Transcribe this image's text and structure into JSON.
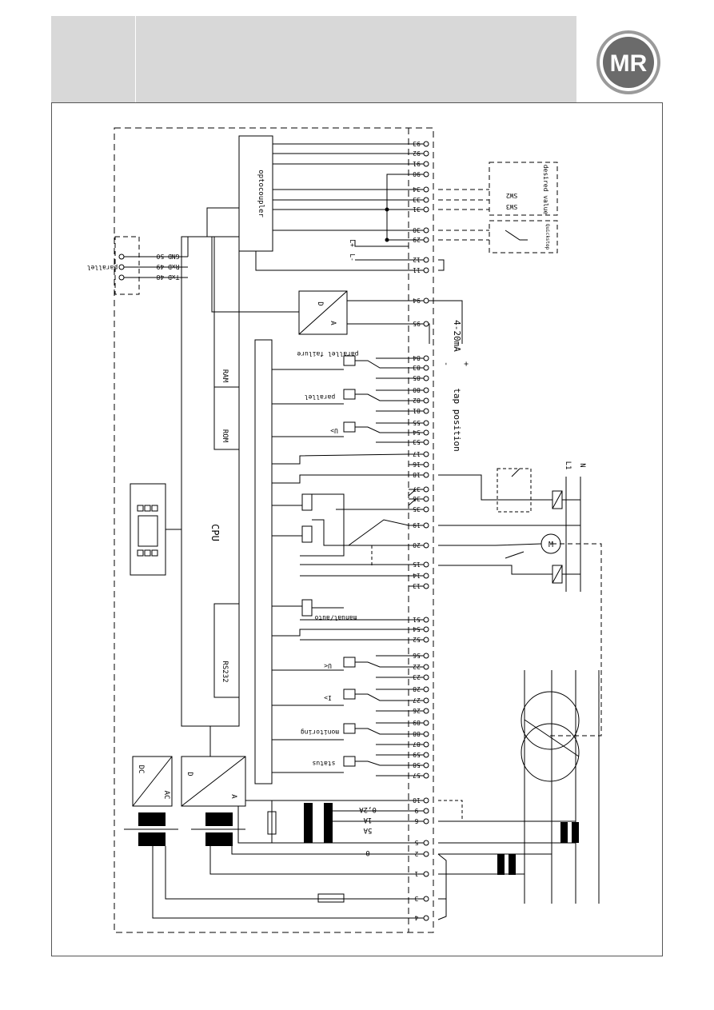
{
  "header": {
    "logo_text": "MR"
  },
  "diagram": {
    "serial": {
      "title": "parallel",
      "pins": [
        "GND 50",
        "RxD 49",
        "TxD 48"
      ]
    },
    "blocks": {
      "optocoupler": "optocoupler",
      "cpu": "CPU",
      "ram": "RAM",
      "rom": "ROM",
      "rs232": "RS232",
      "da_d": "D",
      "da_a": "A",
      "ad_d": "D",
      "ad_a": "A",
      "dcac_dc": "DC",
      "dcac_ac": "AC"
    },
    "relays": {
      "failure": "parallel failure",
      "parallel": "parallel",
      "u_gt": "U>",
      "manual_auto": "manual/auto",
      "u_lt": "U<",
      "i_gt": "I>",
      "monitoring": "monitoring",
      "status": "status"
    },
    "inputs": {
      "desired_value": "desired value",
      "sw2": "SW2",
      "sw3": "SW3",
      "quickstop": "Quickstop",
      "l_plus": "L+",
      "l_minus": "L-"
    },
    "analog_out": {
      "range": "4-20mA",
      "minus": "-",
      "plus": "+",
      "caption": "tap position"
    },
    "ct_labels": [
      "0,2A",
      "1A",
      "5A",
      "0"
    ],
    "motor": {
      "symbol": "M",
      "l1": "L1",
      "n": "N"
    },
    "terminals": [
      "93",
      "92",
      "91",
      "90",
      "34",
      "33",
      "31",
      "30",
      "29",
      "12",
      "11",
      "94",
      "95",
      "84",
      "83",
      "85",
      "80",
      "82",
      "81",
      "55",
      "54",
      "53",
      "17",
      "16",
      "18",
      "37",
      "36",
      "35",
      "19",
      "20",
      "15",
      "14",
      "13",
      "51",
      "54",
      "52",
      "56",
      "22",
      "23",
      "28",
      "27",
      "26",
      "89",
      "88",
      "87",
      "59",
      "58",
      "57",
      "10",
      "9",
      "6",
      "5",
      "2",
      "1",
      "3",
      "4"
    ]
  }
}
